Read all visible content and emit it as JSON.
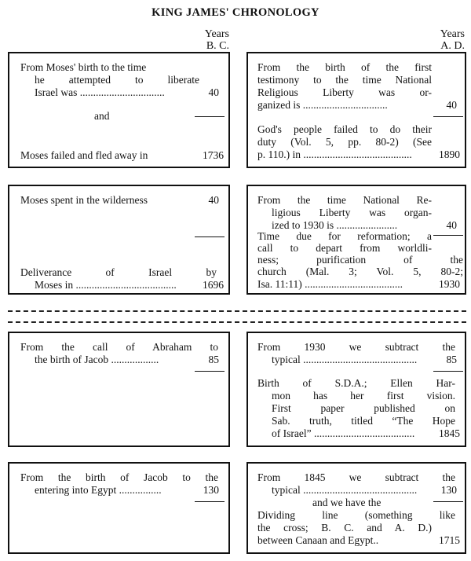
{
  "title": "KING JAMES' CHRONOLOGY",
  "headers": {
    "left": {
      "line1": "Years",
      "line2": "B. C."
    },
    "right": {
      "line1": "Years",
      "line2": "A. D."
    }
  },
  "sections": [
    {
      "left": {
        "lines": [
          "From Moses' birth to the time",
          "he attempted to liberate",
          "Israel was ................................"
        ],
        "num1": "40",
        "mid": "and",
        "line_bottom": "Moses failed and fled away in",
        "num2": "1736"
      },
      "right": {
        "lines": [
          "From the birth of the first",
          "testimony to the time National",
          "Religious Liberty was or-",
          "ganized is ................................"
        ],
        "num1": "40",
        "lines2": [
          "God's people failed to do their",
          "duty (Vol. 5, pp. 80-2) (See",
          "p. 110.) in ........................................."
        ],
        "num2": "1890"
      }
    },
    {
      "left": {
        "line1": "Moses spent in the wilderness",
        "num1": "40",
        "lines2": [
          "Deliverance of Israel by",
          "Moses in ......................................"
        ],
        "num2": "1696"
      },
      "right": {
        "lines": [
          "From the time National Re-",
          "ligious Liberty was organ-",
          "ized to 1930 is ......................."
        ],
        "num1": "40",
        "lines2": [
          "Time due for reformation; a",
          "call to depart from worldli-",
          "ness; purification of the",
          "church (Mal. 3; Vol. 5, 80-2;",
          "Isa. 11:11) ....................................."
        ],
        "num2": "1930"
      }
    },
    {
      "left": {
        "lines": [
          "From the call of Abraham to",
          "the birth of Jacob .................."
        ],
        "num1": "85"
      },
      "right": {
        "lines": [
          "From 1930 we subtract the",
          "typical ..........................................."
        ],
        "num1": "85",
        "lines2": [
          "Birth of S.D.A.; Ellen Har-",
          "mon has her first vision.",
          "First paper published on",
          "Sab. truth, titled “The Hope",
          "of Israel” ......................................"
        ],
        "num2": "1845"
      }
    },
    {
      "left": {
        "lines": [
          "From the birth of Jacob to the",
          "entering into Egypt ................"
        ],
        "num1": "130"
      },
      "right": {
        "lines": [
          "From 1845 we subtract the",
          "typical ..........................................."
        ],
        "num1": "130",
        "lines2": [
          "and we have the",
          "Dividing line (something like",
          "the cross; B. C. and A. D.)",
          "between Canaan and Egypt.."
        ],
        "num2": "1715"
      }
    }
  ]
}
